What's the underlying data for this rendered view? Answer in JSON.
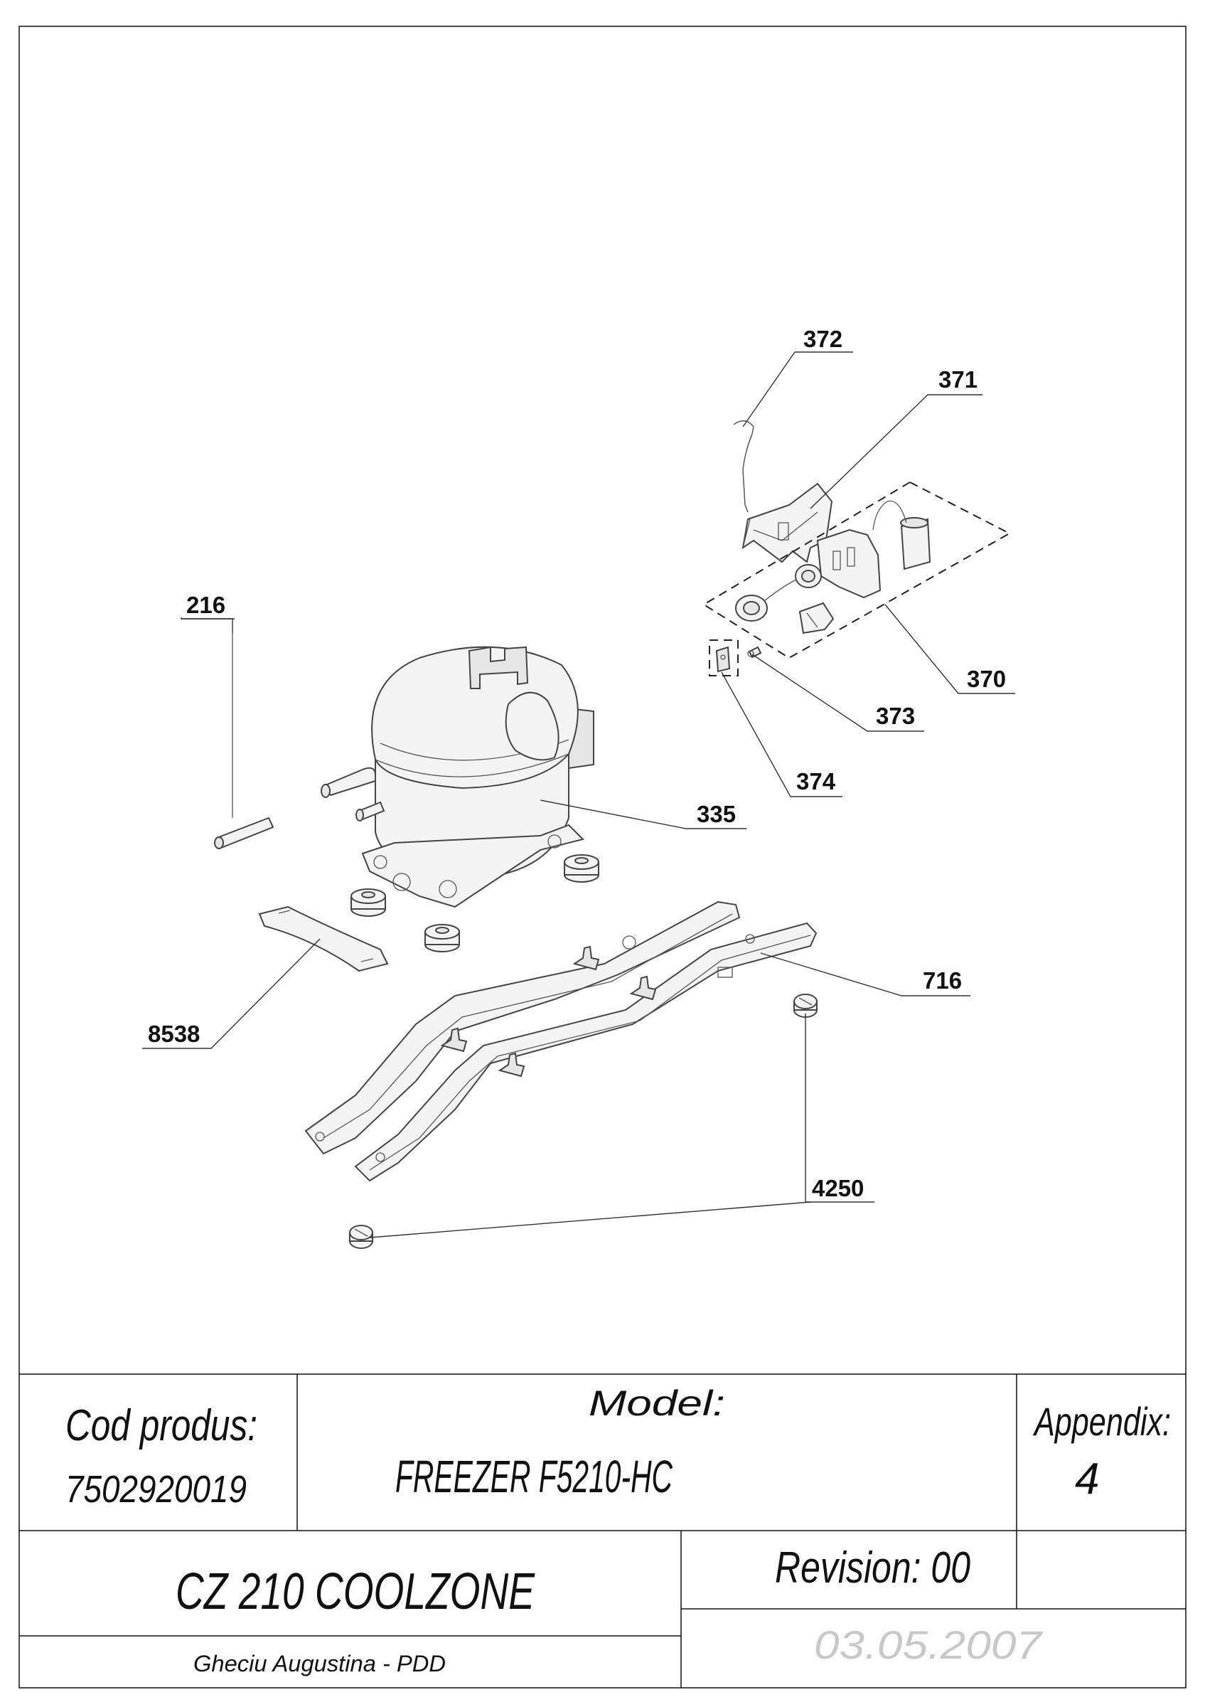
{
  "callouts": {
    "c372": "372",
    "c371": "371",
    "c216": "216",
    "c370": "370",
    "c373": "373",
    "c374": "374",
    "c335": "335",
    "c716": "716",
    "c8538": "8538",
    "c4250": "4250"
  },
  "title_block": {
    "cod_label": "Cod produs:",
    "cod_value": "7502920019",
    "model_label": "Model:",
    "model_value": "FREEZER F5210-HC",
    "appendix_label": "Appendix:",
    "appendix_value": "4",
    "product_name": "CZ 210 COOLZONE",
    "revision": "Revision: 00",
    "author": "Gheciu Augustina - PDD",
    "date": "03.05.2007"
  }
}
